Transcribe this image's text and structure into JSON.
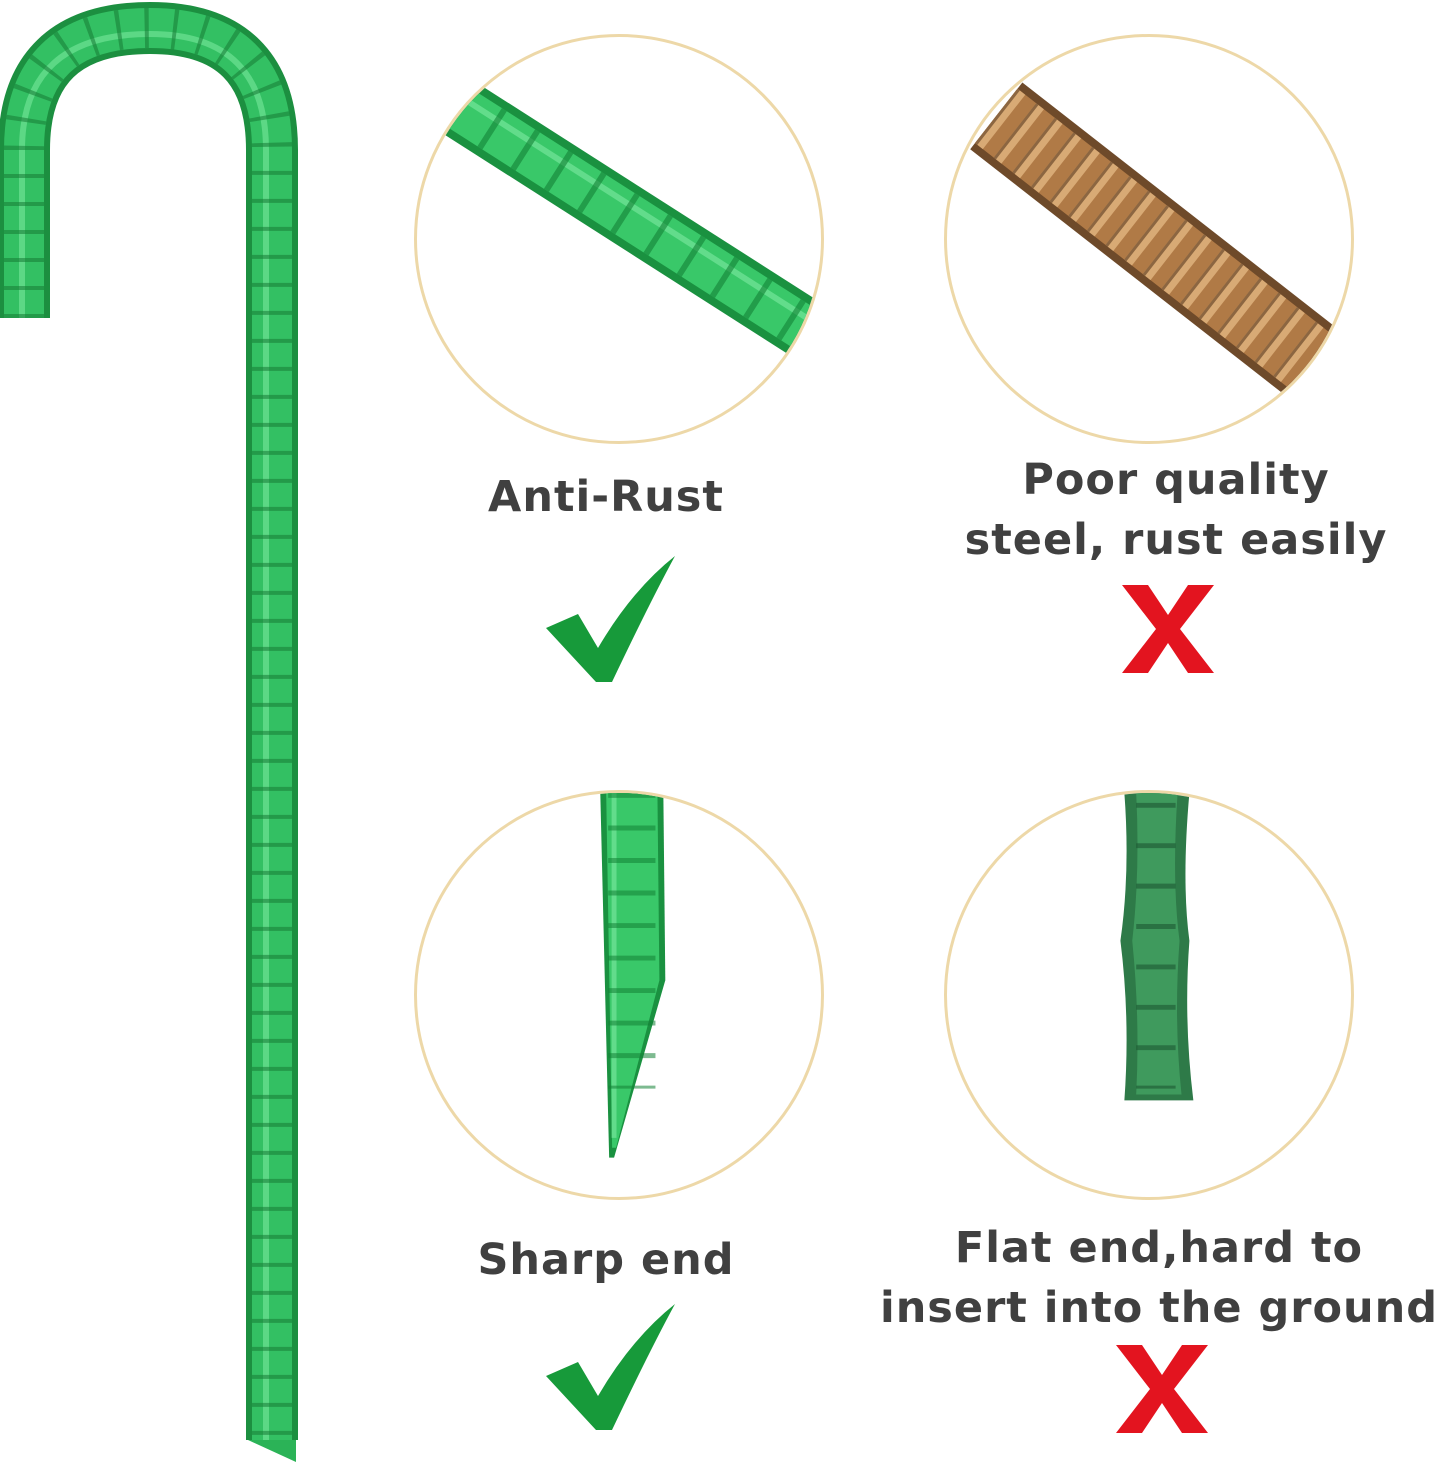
{
  "features": [
    {
      "id": "anti-rust",
      "caption_lines": [
        "Anti-Rust"
      ],
      "verdict": "good"
    },
    {
      "id": "poor-quality",
      "caption_lines": [
        "Poor quality",
        "steel, rust easily"
      ],
      "verdict": "bad"
    },
    {
      "id": "sharp-end",
      "caption_lines": [
        "Sharp end"
      ],
      "verdict": "good"
    },
    {
      "id": "flat-end",
      "caption_lines": [
        "Flat end,hard to",
        "insert into the ground"
      ],
      "verdict": "bad"
    }
  ],
  "colors": {
    "stake_green": "#27ad52",
    "check_green": "#179a3a",
    "cross_red": "#e3141f",
    "circle_border": "#edd8a8",
    "rust_brown": "#b07a46",
    "caption_text": "#404040"
  }
}
